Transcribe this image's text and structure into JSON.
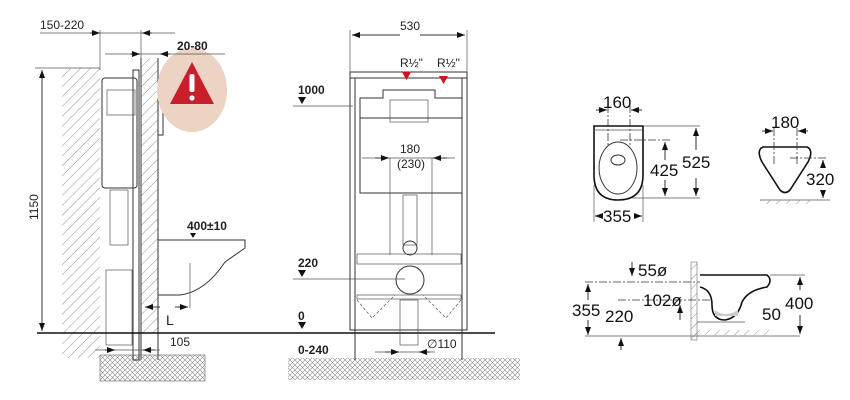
{
  "side_view": {
    "width_label": "150-220",
    "gap_label": "20-80",
    "height_label": "1150",
    "bowl_height_label": "400±10",
    "distance_label": "L",
    "offset_label": "105",
    "warning_color": "#c8202a",
    "warning_bg": "#ecd3c3"
  },
  "front_view": {
    "width_label": "530",
    "inlet_left_label": "R½\"",
    "inlet_right_label": "R½\"",
    "level_1000_label": "1000",
    "bolt_spacing_label": "180",
    "bolt_spacing_alt_label": "(230)",
    "level_220_label": "220",
    "level_0_label": "0",
    "floor_range_label": "0-240",
    "pipe_diameter_label": "∅110",
    "marker_color": "#d0121b"
  },
  "bowl_top_view": {
    "bolt_spacing_label": "160",
    "bolt_depth_label": "425",
    "length_label": "525",
    "width_label": "355"
  },
  "bowl_back_view": {
    "bolt_spacing_label": "180",
    "bolt_height_label": "320"
  },
  "bowl_side_view": {
    "inlet_diameter_label": "55ø",
    "outlet_diameter_label": "102ø",
    "inlet_height_label": "355",
    "outlet_height_label": "220",
    "rim_height_label": "400",
    "water_label": "50"
  }
}
